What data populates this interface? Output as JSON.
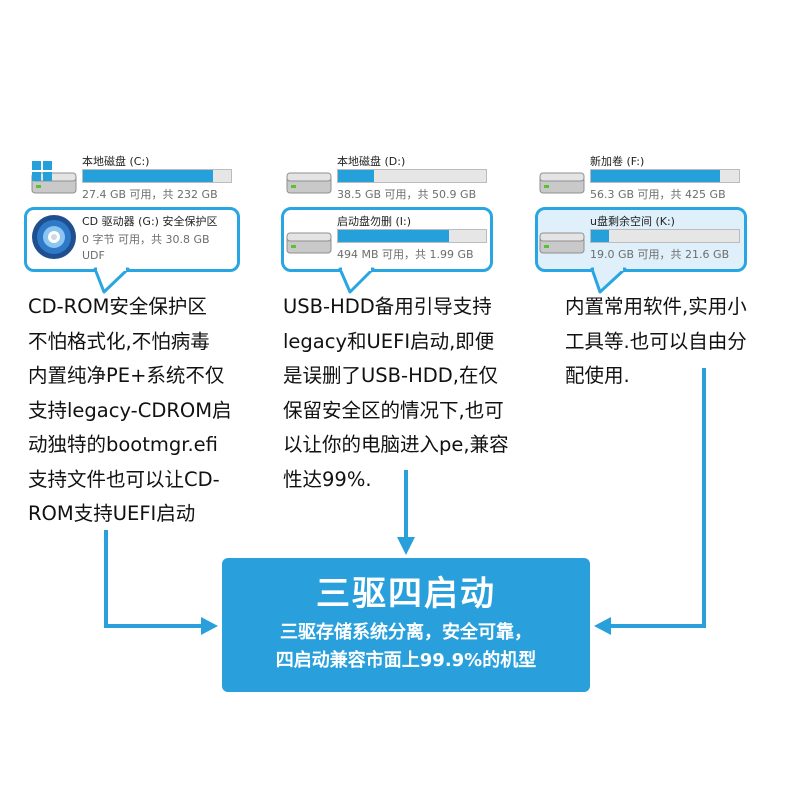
{
  "colors": {
    "accent": "#29a0dc",
    "bar_fill": "#26a0da",
    "callout_border": "#29a6e1"
  },
  "drives_top": [
    {
      "name": "本地磁盘 (C:)",
      "info": "27.4 GB 可用，共 232 GB",
      "usage": 0.88,
      "icon": "hard-drive-icon",
      "os_logo": "windows-logo-icon"
    },
    {
      "name": "本地磁盘 (D:)",
      "info": "38.5 GB 可用，共 50.9 GB",
      "usage": 0.24,
      "icon": "hard-drive-icon"
    },
    {
      "name": "新加卷 (F:)",
      "info": "56.3 GB 可用，共 425 GB",
      "usage": 0.87,
      "icon": "hard-drive-icon"
    }
  ],
  "drives_callout": [
    {
      "name": "CD 驱动器 (G:) 安全保护区",
      "info": "0 字节 可用，共 30.8 GB",
      "extra": "UDF",
      "icon": "cd-rom-icon"
    },
    {
      "name": "启动盘勿删 (I:)",
      "info": "494 MB 可用，共 1.99 GB",
      "usage": 0.75,
      "icon": "hard-drive-icon"
    },
    {
      "name": "u盘剩余空间 (K:)",
      "info": "19.0 GB 可用，共 21.6 GB",
      "usage": 0.12,
      "icon": "hard-drive-icon"
    }
  ],
  "descriptions": [
    "CD-ROM安全保护区\n不怕格式化,不怕病毒\n内置纯净PE+系统不仅\n支持legacy-CDROM启\n动独特的bootmgr.efi\n支持文件也可以让CD-\nROM支持UEFI启动",
    "USB-HDD备用引导支持\nlegacy和UEFI启动,即便\n是误删了USB-HDD,在仅\n保留安全区的情况下,也可\n以让你的电脑进入pe,兼容\n性达99%.",
    "内置常用软件,实用小\n工具等.也可以自由分\n配使用."
  ],
  "banner": {
    "title": "三驱四启动",
    "subtitle": "三驱存储系统分离，安全可靠，\n四启动兼容市面上99.9%的机型"
  }
}
